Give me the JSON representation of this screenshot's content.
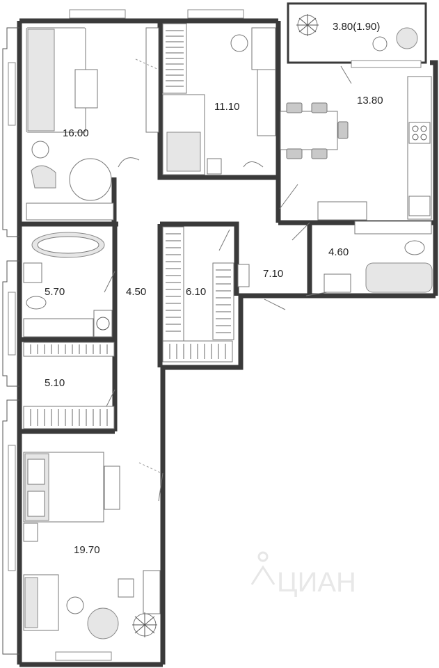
{
  "rooms": [
    {
      "id": "living",
      "area": "16.00"
    },
    {
      "id": "bedroom-top",
      "area": "11.10"
    },
    {
      "id": "balcony",
      "area": "3.80(1.90)"
    },
    {
      "id": "kitchen",
      "area": "13.80"
    },
    {
      "id": "bathroom-right",
      "area": "4.60"
    },
    {
      "id": "hall-center",
      "area": "7.10"
    },
    {
      "id": "wardrobe",
      "area": "6.10"
    },
    {
      "id": "corridor",
      "area": "4.50"
    },
    {
      "id": "bathroom-left",
      "area": "5.70"
    },
    {
      "id": "dressing",
      "area": "5.10"
    },
    {
      "id": "bedroom-master",
      "area": "19.70"
    }
  ],
  "watermark": "ЦИАН",
  "colors": {
    "wall": "#3a3a3a",
    "furniture_fill": "#e6e6e6",
    "watermark": "#e8e8e8"
  }
}
